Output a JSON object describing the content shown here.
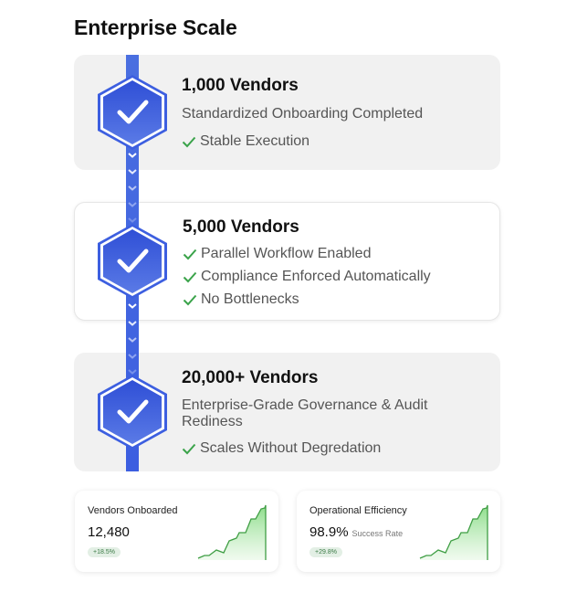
{
  "header": {
    "title": "Enterprise Scale"
  },
  "colors": {
    "accent_blue": "#3c5ee0",
    "check_green": "#3aa34a",
    "card_grey": "#f1f1f1",
    "spark_green": "#4caf50"
  },
  "stages": [
    {
      "title": "1,000 Vendors",
      "subtitle": "Standardized Onboarding Completed",
      "checks": [
        "Stable Execution"
      ],
      "icon": "hexagon-check-icon"
    },
    {
      "title": "5,000 Vendors",
      "subtitle": "",
      "checks": [
        "Parallel Workflow Enabled",
        "Compliance Enforced Automatically",
        "No Bottlenecks"
      ],
      "icon": "hexagon-check-icon"
    },
    {
      "title": "20,000+ Vendors",
      "subtitle": "Enterprise-Grade Governance & Audit Rediness",
      "checks": [
        "Scales Without Degredation"
      ],
      "icon": "hexagon-check-icon"
    }
  ],
  "metrics": [
    {
      "label": "Vendors Onboarded",
      "value": "12,480",
      "suffix": "",
      "badge": "+18.5%",
      "icon": "sparkline-area-chart"
    },
    {
      "label": "Operational Efficiency",
      "value": "98.9%",
      "suffix": "Success Rate",
      "badge": "+29.8%",
      "icon": "sparkline-area-chart"
    }
  ]
}
